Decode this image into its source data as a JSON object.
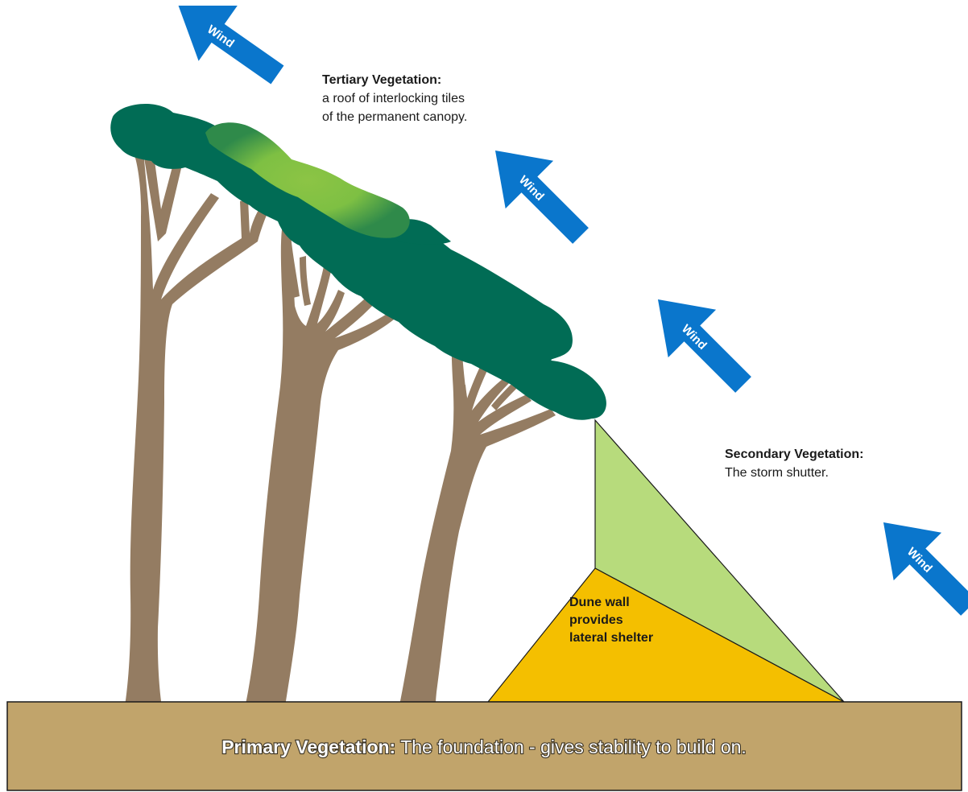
{
  "colors": {
    "trunk": "#947c62",
    "canopy_dark": "#016c55",
    "canopy_light": "#8cc445",
    "shutter": "#b7db7c",
    "dune": "#f4bf00",
    "ground": "#c1a46b",
    "wind_arrow": "#0a76cc",
    "outline": "#1a1a1a"
  },
  "wind_arrows": [
    {
      "label": "Wind"
    },
    {
      "label": "Wind"
    },
    {
      "label": "Wind"
    },
    {
      "label": "Wind"
    }
  ],
  "tertiary": {
    "title": "Tertiary Vegetation:",
    "line1": "a roof of interlocking tiles",
    "line2": "of the permanent canopy."
  },
  "secondary": {
    "title": "Secondary Vegetation:",
    "line1": "The storm shutter."
  },
  "dune": {
    "line1": "Dune wall",
    "line2": "provides",
    "line3": "lateral shelter"
  },
  "primary": {
    "title": "Primary Vegetation:",
    "text": " The foundation - gives stability to build on."
  }
}
